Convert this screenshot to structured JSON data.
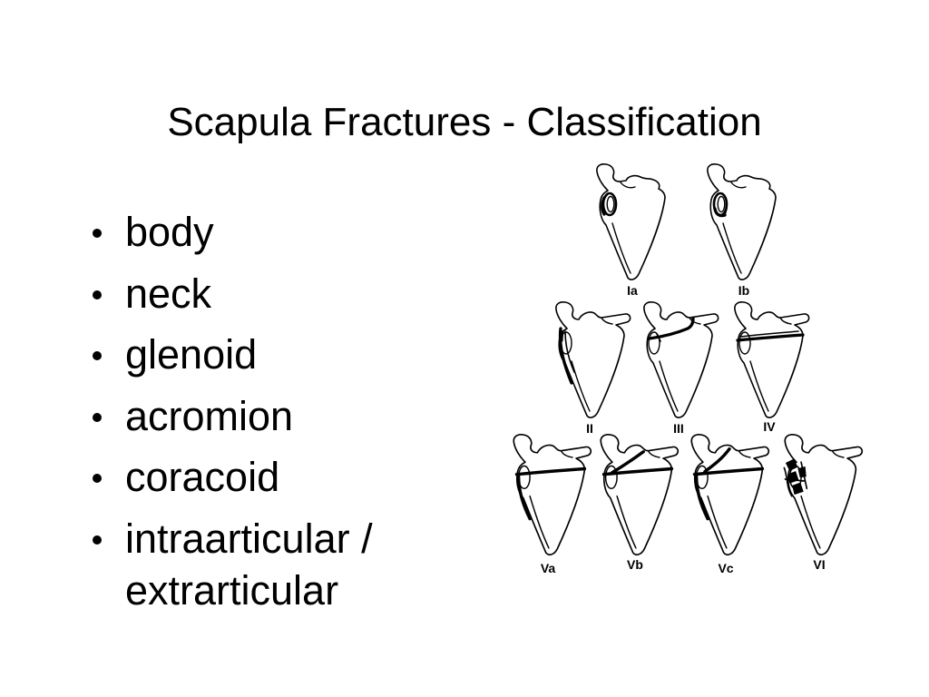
{
  "slide": {
    "title": "Scapula Fractures - Classification",
    "bullets": [
      "body",
      "neck",
      "glenoid",
      "acromion",
      "coracoid",
      "intraarticular / extrarticular"
    ]
  },
  "figure": {
    "panels": [
      {
        "label": "Ia"
      },
      {
        "label": "Ib"
      },
      {
        "label": "II"
      },
      {
        "label": "III"
      },
      {
        "label": "IV"
      },
      {
        "label": "Va"
      },
      {
        "label": "Vb"
      },
      {
        "label": "Vc"
      },
      {
        "label": "VI"
      }
    ]
  },
  "colors": {
    "background": "#ffffff",
    "text": "#000000",
    "line_art": "#000000"
  }
}
